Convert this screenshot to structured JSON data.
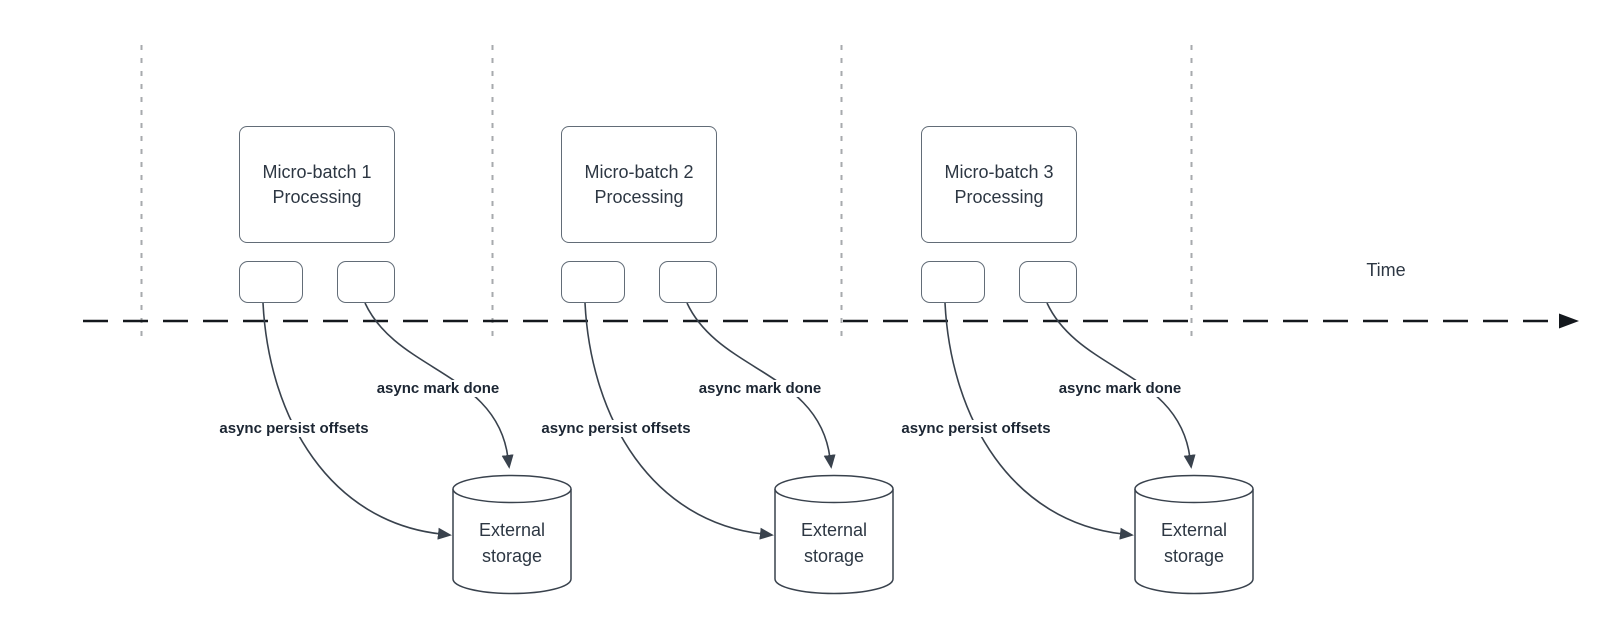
{
  "time_label": "Time",
  "batches": [
    {
      "box_line1": "Micro-batch 1",
      "box_line2": "Processing",
      "persist_label": "async persist offsets",
      "done_label": "async mark done",
      "storage_line1": "External",
      "storage_line2": "storage"
    },
    {
      "box_line1": "Micro-batch 2",
      "box_line2": "Processing",
      "persist_label": "async persist offsets",
      "done_label": "async mark done",
      "storage_line1": "External",
      "storage_line2": "storage"
    },
    {
      "box_line1": "Micro-batch 3",
      "box_line2": "Processing",
      "persist_label": "async persist offsets",
      "done_label": "async mark done",
      "storage_line1": "External",
      "storage_line2": "storage"
    }
  ],
  "colors": {
    "shape_stroke": "#626c77",
    "connector": "#39424d",
    "timeline": "#14181d",
    "guide": "#a7aaad",
    "text": "#2d3743",
    "label": "#1c2633",
    "background": "#ffffff"
  }
}
